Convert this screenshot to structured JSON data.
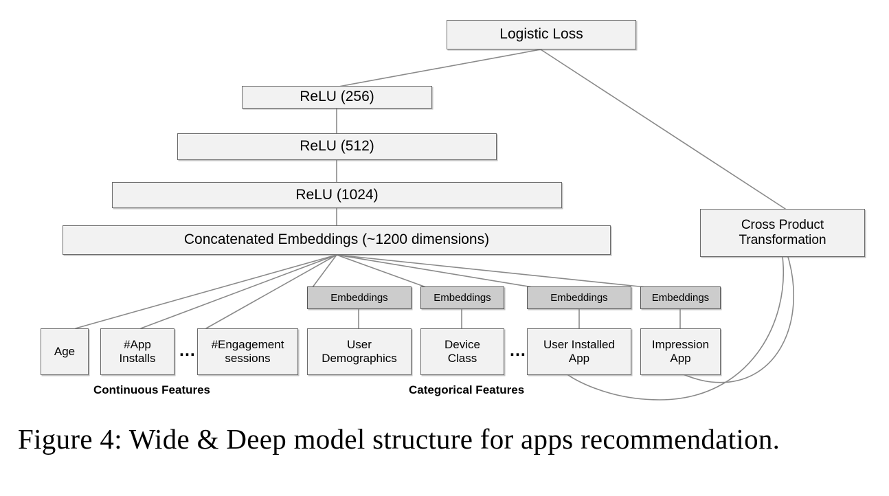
{
  "figure": {
    "caption": "Figure 4:  Wide & Deep model structure for apps recommendation."
  },
  "diagram": {
    "title": "Wide & Deep model structure",
    "colors": {
      "node_fill": "#f2f2f2",
      "node_border": "#6b6b6b",
      "embedding_fill": "#cccccc",
      "embedding_border": "#555555",
      "line": "#8a8a8a",
      "text": "#000000",
      "background": "#ffffff"
    },
    "nodes": {
      "logistic_loss": "Logistic Loss",
      "relu_256": "ReLU (256)",
      "relu_512": "ReLU (512)",
      "relu_1024": "ReLU (1024)",
      "concat": "Concatenated Embeddings (~1200 dimensions)",
      "cross_product": "Cross Product\nTransformation"
    },
    "embeddings": [
      {
        "label": "Embeddings"
      },
      {
        "label": "Embeddings"
      },
      {
        "label": "Embeddings"
      },
      {
        "label": "Embeddings"
      }
    ],
    "features": {
      "continuous": {
        "group_label": "Continuous Features",
        "items": [
          {
            "label": "Age"
          },
          {
            "label": "#App\nInstalls"
          },
          {
            "label": "#Engagement\nsessions"
          }
        ],
        "ellipsis": "..."
      },
      "categorical": {
        "group_label": "Categorical Features",
        "items": [
          {
            "label": "User\nDemographics"
          },
          {
            "label": "Device\nClass"
          },
          {
            "label": "User Installed\nApp"
          },
          {
            "label": "Impression\nApp"
          }
        ],
        "ellipsis": "..."
      }
    }
  }
}
